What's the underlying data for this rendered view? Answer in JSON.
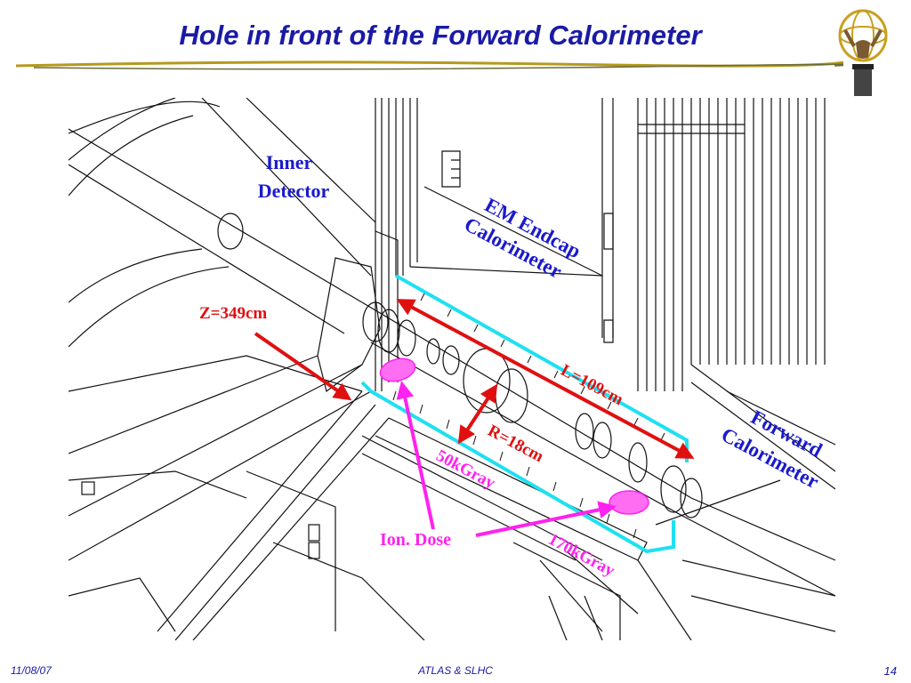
{
  "slide": {
    "title": "Hole in front of the Forward Calorimeter",
    "footer": {
      "date": "11/08/07",
      "center": "ATLAS & SLHC",
      "page": "14"
    }
  },
  "diagram": {
    "labels": {
      "inner_detector_1": "Inner",
      "inner_detector_2": "Detector",
      "em_endcap_1": "EM Endcap",
      "em_endcap_2": "Calorimeter",
      "z_position": "Z=349cm",
      "length": "L=109cm",
      "radius": "R=18cm",
      "dose_left": "50kGray",
      "dose_right": "170kGray",
      "ion_dose": "Ion. Dose",
      "forward_cal_1": "Forward",
      "forward_cal_2": "Calorimeter"
    },
    "colors": {
      "title": "#1a1aa6",
      "label_blue": "#1a1acc",
      "annotation_red": "#e01010",
      "outline_cyan": "#1fe0f0",
      "dose_magenta": "#ff22ee",
      "drawing_line": "#111111"
    }
  }
}
